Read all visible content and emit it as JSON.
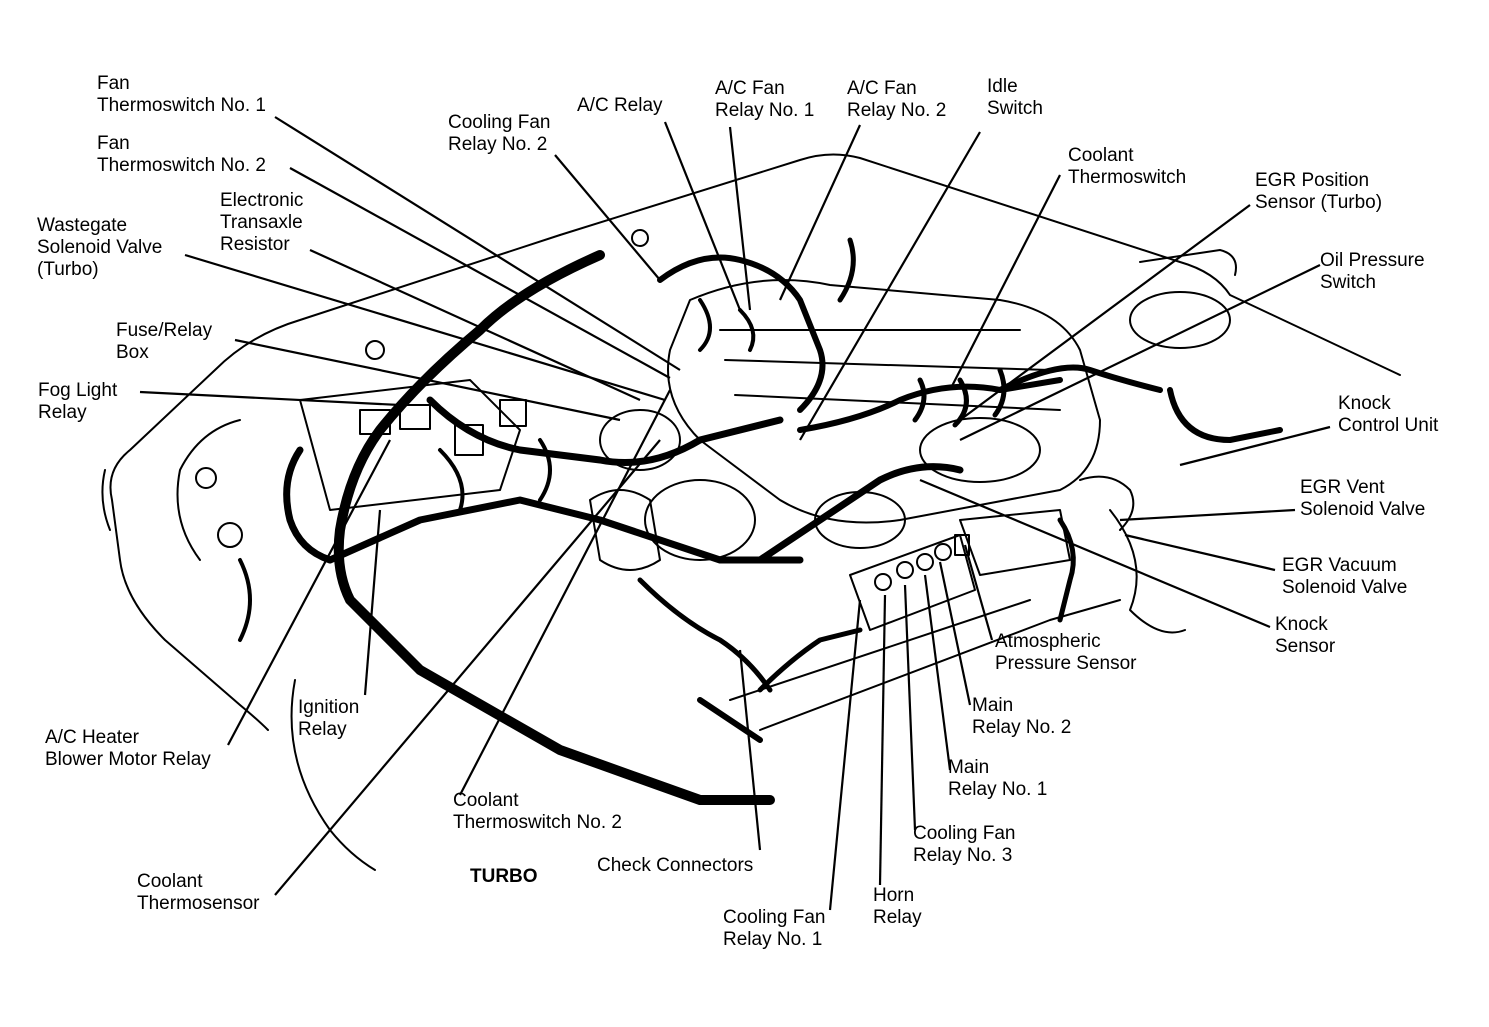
{
  "diagram": {
    "variant_label": "TURBO",
    "colors": {
      "ink": "#000000",
      "paper": "#ffffff"
    },
    "labels": {
      "fan_thermoswitch_1": [
        "Fan",
        "Thermoswitch No. 1"
      ],
      "fan_thermoswitch_2": [
        "Fan",
        "Thermoswitch No. 2"
      ],
      "wastegate_solenoid": [
        "Wastegate",
        "Solenoid Valve",
        "(Turbo)"
      ],
      "electronic_transaxle_resistor": [
        "Electronic",
        "Transaxle",
        "Resistor"
      ],
      "fuse_relay_box": [
        "Fuse/Relay",
        "Box"
      ],
      "fog_light_relay": [
        "Fog Light",
        "Relay"
      ],
      "cooling_fan_relay_2": [
        "Cooling Fan",
        "Relay No. 2"
      ],
      "ac_relay": [
        "A/C Relay"
      ],
      "ac_fan_relay_1": [
        "A/C Fan",
        "Relay No. 1"
      ],
      "ac_fan_relay_2": [
        "A/C Fan",
        "Relay No. 2"
      ],
      "idle_switch": [
        "Idle",
        "Switch"
      ],
      "coolant_thermoswitch": [
        "Coolant",
        "Thermoswitch"
      ],
      "egr_position_sensor": [
        "EGR Position",
        "Sensor (Turbo)"
      ],
      "oil_pressure_switch": [
        "Oil Pressure",
        "Switch"
      ],
      "knock_control_unit": [
        "Knock",
        "Control Unit"
      ],
      "egr_vent_solenoid": [
        "EGR Vent",
        "Solenoid Valve"
      ],
      "egr_vacuum_solenoid": [
        "EGR Vacuum",
        "Solenoid Valve"
      ],
      "knock_sensor": [
        "Knock",
        "Sensor"
      ],
      "atmospheric_pressure_sensor": [
        "Atmospheric",
        "Pressure Sensor"
      ],
      "main_relay_2": [
        "Main",
        "Relay No. 2"
      ],
      "main_relay_1": [
        "Main",
        "Relay No. 1"
      ],
      "cooling_fan_relay_3": [
        "Cooling Fan",
        "Relay No. 3"
      ],
      "horn_relay": [
        "Horn",
        "Relay"
      ],
      "cooling_fan_relay_1": [
        "Cooling Fan",
        "Relay No. 1"
      ],
      "check_connectors": [
        "Check Connectors"
      ],
      "coolant_thermoswitch_2": [
        "Coolant",
        "Thermoswitch No. 2"
      ],
      "ignition_relay": [
        "Ignition",
        "Relay"
      ],
      "ac_heater_blower_relay": [
        "A/C Heater",
        "Blower Motor Relay"
      ],
      "coolant_thermosensor": [
        "Coolant",
        "Thermosensor"
      ]
    }
  }
}
